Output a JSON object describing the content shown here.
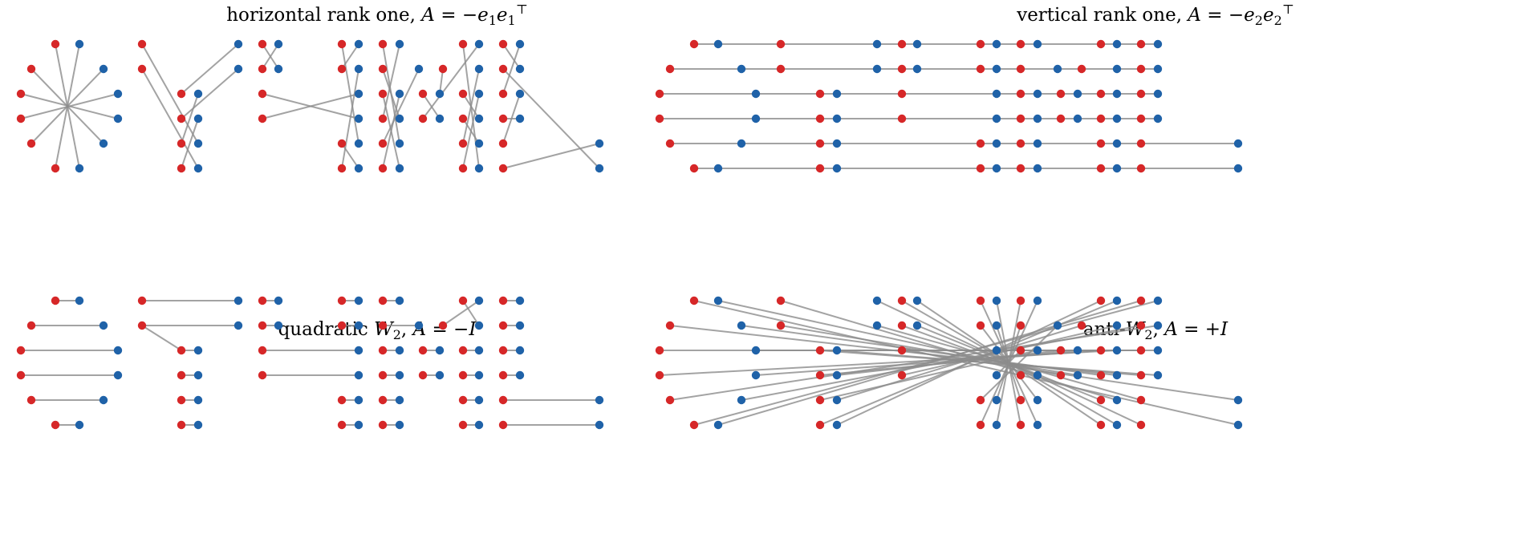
{
  "panels": [
    {
      "id": "horizontal-rank-one",
      "title_prefix": "horizontal rank one, ",
      "title_math": {
        "A": "A",
        "rel": " = −",
        "v1": "e",
        "s1": "1",
        "v2": "e",
        "s2": "1",
        "sup": "⊤"
      }
    },
    {
      "id": "vertical-rank-one",
      "title_prefix": "vertical rank one, ",
      "title_math": {
        "A": "A",
        "rel": " = −",
        "v1": "e",
        "s1": "2",
        "v2": "e",
        "s2": "2",
        "sup": "⊤"
      }
    },
    {
      "id": "quadratic-w2",
      "title_prefix": "quadratic ",
      "title_math": {
        "W": "W",
        "ws": "2",
        "sep": ", ",
        "A": "A",
        "rel": " = −",
        "I": "I"
      }
    },
    {
      "id": "anti-w2",
      "title_prefix": "anti-",
      "title_math": {
        "W": "W",
        "ws": "2",
        "sep": ", ",
        "A": "A",
        "rel": " = +",
        "I": "I"
      }
    }
  ],
  "colors": {
    "source": "#d62728",
    "target": "#1f62a8",
    "edge": "#8c8c8c"
  }
}
